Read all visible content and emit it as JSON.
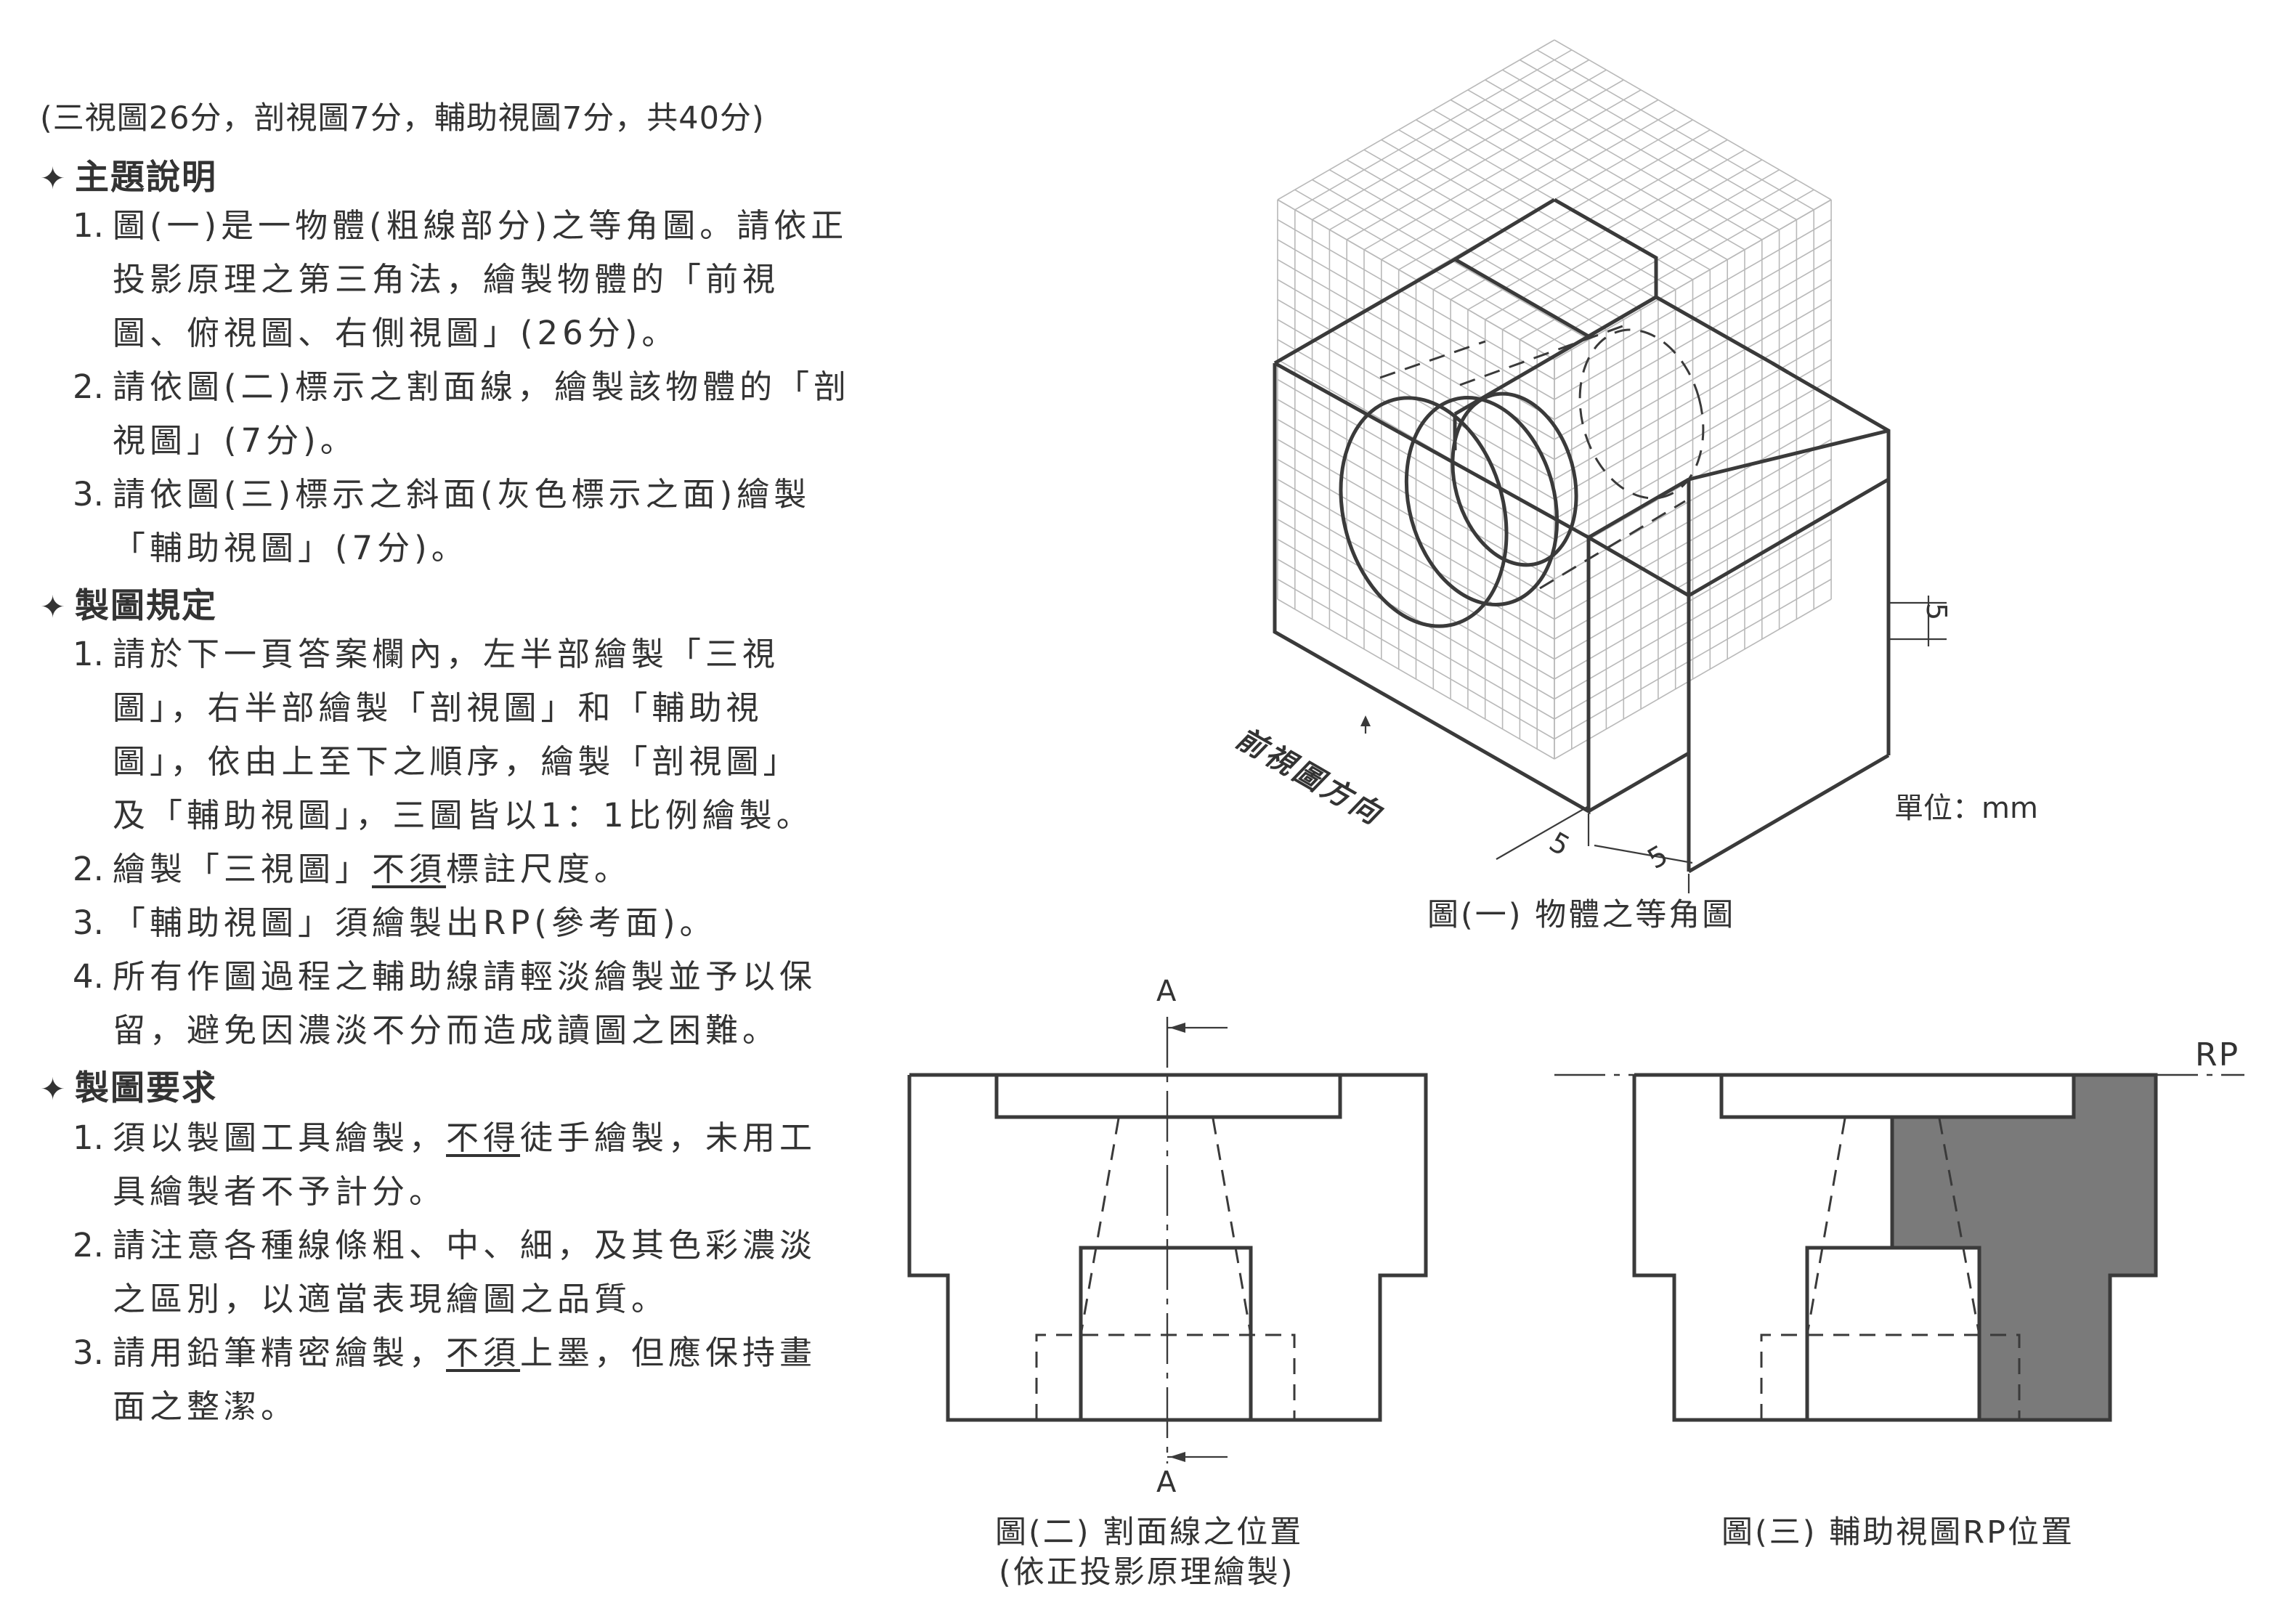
{
  "score_line": "(三視圖26分，剖視圖7分，輔助視圖7分，共40分)",
  "sections": {
    "topic": {
      "star": "✦",
      "title": "主題說明",
      "items": [
        {
          "num": "1.",
          "lines": [
            "圖(一)是一物體(粗線部分)之等角圖。請依正",
            "投影原理之第三角法，繪製物體的「前視",
            "圖、俯視圖、右側視圖」(26分)。"
          ]
        },
        {
          "num": "2.",
          "lines": [
            "請依圖(二)標示之割面線，繪製該物體的「剖",
            "視圖」(7分)。"
          ]
        },
        {
          "num": "3.",
          "lines": [
            "請依圖(三)標示之斜面(灰色標示之面)繪製",
            "「輔助視圖」(7分)。"
          ]
        }
      ]
    },
    "rules": {
      "star": "✦",
      "title": "製圖規定",
      "items": [
        {
          "num": "1.",
          "lines": [
            "請於下一頁答案欄內，左半部繪製「三視",
            "圖」，右半部繪製「剖視圖」和「輔助視",
            "圖」，依由上至下之順序，繪製「剖視圖」",
            "及「輔助視圖」，三圖皆以1：1比例繪製。"
          ]
        },
        {
          "num": "2.",
          "pre": "繪製「三視圖」",
          "u": "不須",
          "post": "標註尺度。"
        },
        {
          "num": "3.",
          "lines": [
            "「輔助視圖」須繪製出RP(參考面)。"
          ]
        },
        {
          "num": "4.",
          "lines": [
            "所有作圖過程之輔助線請輕淡繪製並予以保",
            "留，避免因濃淡不分而造成讀圖之困難。"
          ]
        }
      ]
    },
    "requirements": {
      "star": "✦",
      "title": "製圖要求",
      "items": [
        {
          "num": "1.",
          "pre": "須以製圖工具繪製，",
          "u": "不得",
          "post": "徒手繪製，未用工",
          "line2": "具繪製者不予計分。"
        },
        {
          "num": "2.",
          "lines": [
            "請注意各種線條粗、中、細，及其色彩濃淡",
            "之區別，以適當表現繪圖之品質。"
          ]
        },
        {
          "num": "3.",
          "pre": "請用鉛筆精密繪製，",
          "u": "不須",
          "post": "上墨，但應保持畫",
          "line2": "面之整潔。"
        }
      ]
    }
  },
  "figure1": {
    "caption": "圖(一)  物體之等角圖",
    "front_direction": "前視圖方向",
    "unit": "單位：mm",
    "dim_values": [
      "5",
      "5",
      "5"
    ]
  },
  "figure2": {
    "caption_line1": "圖(二)  割面線之位置",
    "caption_line2": "(依正投影原理繪製)",
    "cut_label_top": "A",
    "cut_label_bottom": "A"
  },
  "figure3": {
    "caption": "圖(三)  輔助視圖RP位置",
    "rp_label": "RP",
    "shade_color": "#7a7a7a"
  }
}
